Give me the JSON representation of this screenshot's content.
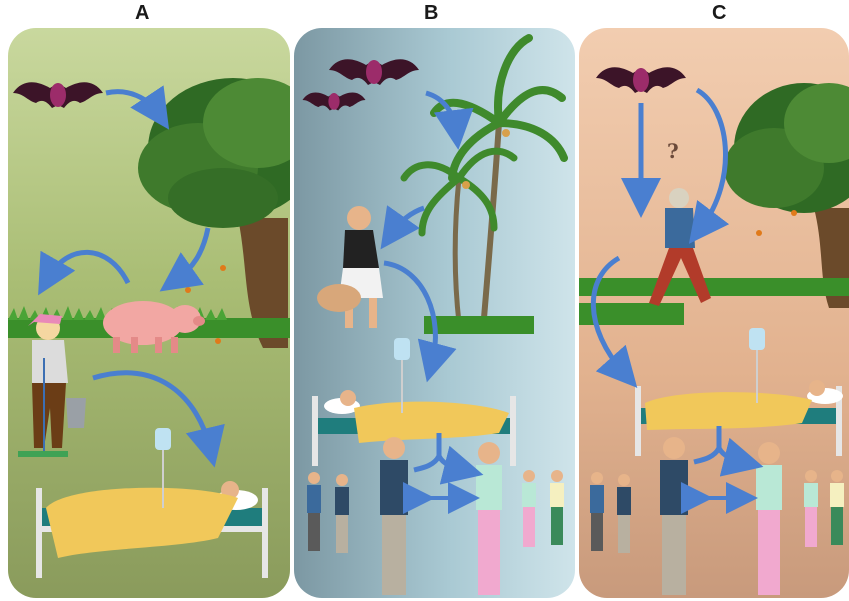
{
  "panels": [
    {
      "label": "A"
    },
    {
      "label": "B"
    },
    {
      "label": "C"
    }
  ],
  "question_mark": "?",
  "colors": {
    "arrow": "#4a7fd0",
    "bat": "#5b1f3a",
    "tree_foliage": "#3f7a2c",
    "trunk": "#6b4a2a",
    "grass": "#3a8f2a",
    "blanket": "#f1c85a",
    "mattress": "#1f7d7d"
  }
}
